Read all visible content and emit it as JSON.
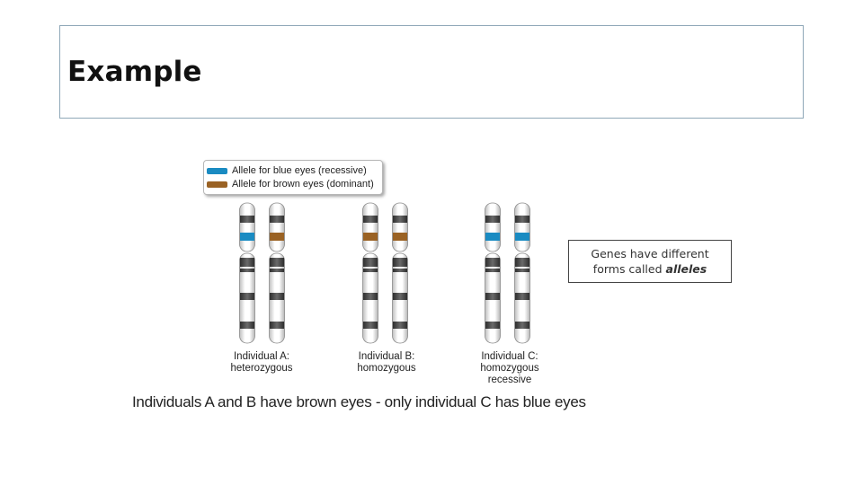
{
  "slide": {
    "title": "Example"
  },
  "legend": {
    "items": [
      {
        "label": "Allele for blue eyes (recessive)",
        "color": "#1a8bc2"
      },
      {
        "label": "Allele for brown eyes (dominant)",
        "color": "#9a6224"
      }
    ]
  },
  "individuals": [
    {
      "label_line1": "Individual A:",
      "label_line2": "heterozygous",
      "label_line3": "",
      "alleles": [
        "blue",
        "brown"
      ]
    },
    {
      "label_line1": "Individual B:",
      "label_line2": "homozygous",
      "label_line3": "",
      "alleles": [
        "brown",
        "brown"
      ]
    },
    {
      "label_line1": "Individual C:",
      "label_line2": "homozygous",
      "label_line3": "recessive",
      "alleles": [
        "blue",
        "blue"
      ]
    }
  ],
  "callout": {
    "line1": "Genes have different",
    "line2_prefix": "forms called ",
    "line2_emphasis": "alleles"
  },
  "caption": "Individuals A and B have brown eyes - only individual C has blue eyes",
  "colors": {
    "blue_allele": "#1a8bc2",
    "brown_allele": "#9a6224",
    "band": "#4a4a4a",
    "title_border": "#8fa8b8"
  }
}
